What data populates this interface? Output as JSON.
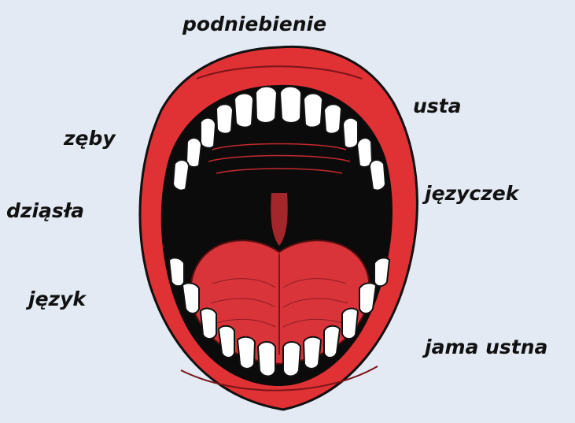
{
  "labels": {
    "palate": "podniebienie",
    "lips": "usta",
    "teeth": "zęby",
    "uvula": "języczek",
    "gums": "dziąsła",
    "tongue": "język",
    "oral_cavity": "jama ustna"
  },
  "colors": {
    "background": "#e3eaf4",
    "lips": "#e03135",
    "mouth_interior": "#0b0b0b",
    "tongue": "#d8343a",
    "teeth": "#ffffff"
  }
}
